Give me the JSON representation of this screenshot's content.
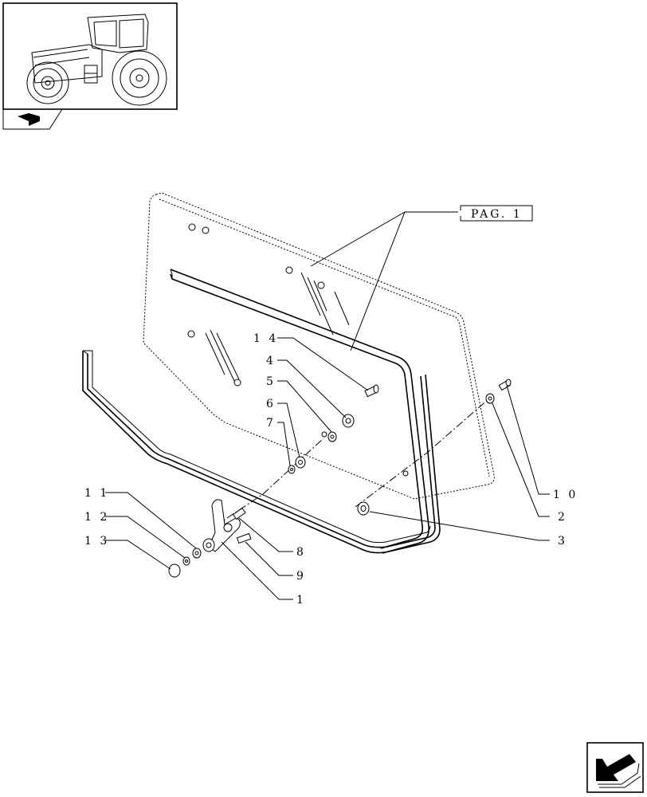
{
  "reference_box": {
    "label": "PAG. 1"
  },
  "callouts": [
    {
      "id": "14",
      "text": "1 4"
    },
    {
      "id": "4",
      "text": "4"
    },
    {
      "id": "5",
      "text": "5"
    },
    {
      "id": "6",
      "text": "6"
    },
    {
      "id": "7",
      "text": "7"
    },
    {
      "id": "11",
      "text": "1 1"
    },
    {
      "id": "12",
      "text": "1 2"
    },
    {
      "id": "13",
      "text": "1 3"
    },
    {
      "id": "10",
      "text": "1 0"
    },
    {
      "id": "2",
      "text": "2"
    },
    {
      "id": "3",
      "text": "3"
    },
    {
      "id": "8",
      "text": "8"
    },
    {
      "id": "9",
      "text": "9"
    },
    {
      "id": "1",
      "text": "1"
    }
  ]
}
